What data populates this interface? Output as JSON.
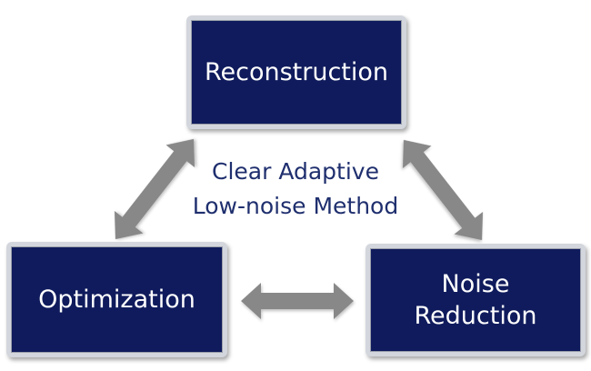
{
  "diagram": {
    "center": {
      "line1": "Clear Adaptive",
      "line2": "Low-noise Method"
    },
    "nodes": {
      "top": "Reconstruction",
      "left": "Optimization",
      "right": "Noise\nReduction"
    },
    "colors": {
      "box_fill": "#0f1b5c",
      "box_border": "#d3d6dc",
      "arrow": "#888888",
      "center_text": "#1f2f6e",
      "box_text": "#ffffff"
    },
    "arrows": [
      {
        "from": "Reconstruction",
        "to": "Optimization",
        "style": "double-headed"
      },
      {
        "from": "Reconstruction",
        "to": "Noise\nReduction",
        "style": "double-headed"
      },
      {
        "from": "Optimization",
        "to": "Noise\nReduction",
        "style": "double-headed"
      }
    ]
  }
}
